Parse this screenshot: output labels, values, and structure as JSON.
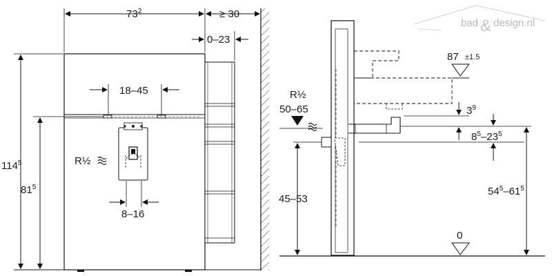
{
  "watermark": {
    "left": "bad",
    "amp": "&",
    "right": "design.nl"
  },
  "front_view": {
    "width": {
      "main": "73",
      "sup": "2"
    },
    "side_clearance": "≥ 30",
    "depth_adjust": "0–23",
    "spacing_top": "18–45",
    "spacing_bottom": "8–16",
    "supply_label": "R½",
    "height_total": {
      "main": "114",
      "sup": "5"
    },
    "height_mid": {
      "main": "81",
      "sup": "5"
    }
  },
  "side_view": {
    "supply_label": "R½",
    "supply_height": "50–65",
    "level_top": "87",
    "level_tol": "±1.5",
    "offset": {
      "main": "3",
      "sup": "9"
    },
    "range_mid": {
      "a": "8",
      "a_sup": "5",
      "sep": "–",
      "b": "23",
      "b_sup": "5"
    },
    "height_left": "45–53",
    "height_right": {
      "a": "54",
      "a_sup": "5",
      "sep": "–",
      "b": "61",
      "b_sup": "5"
    },
    "floor_level": "0"
  }
}
